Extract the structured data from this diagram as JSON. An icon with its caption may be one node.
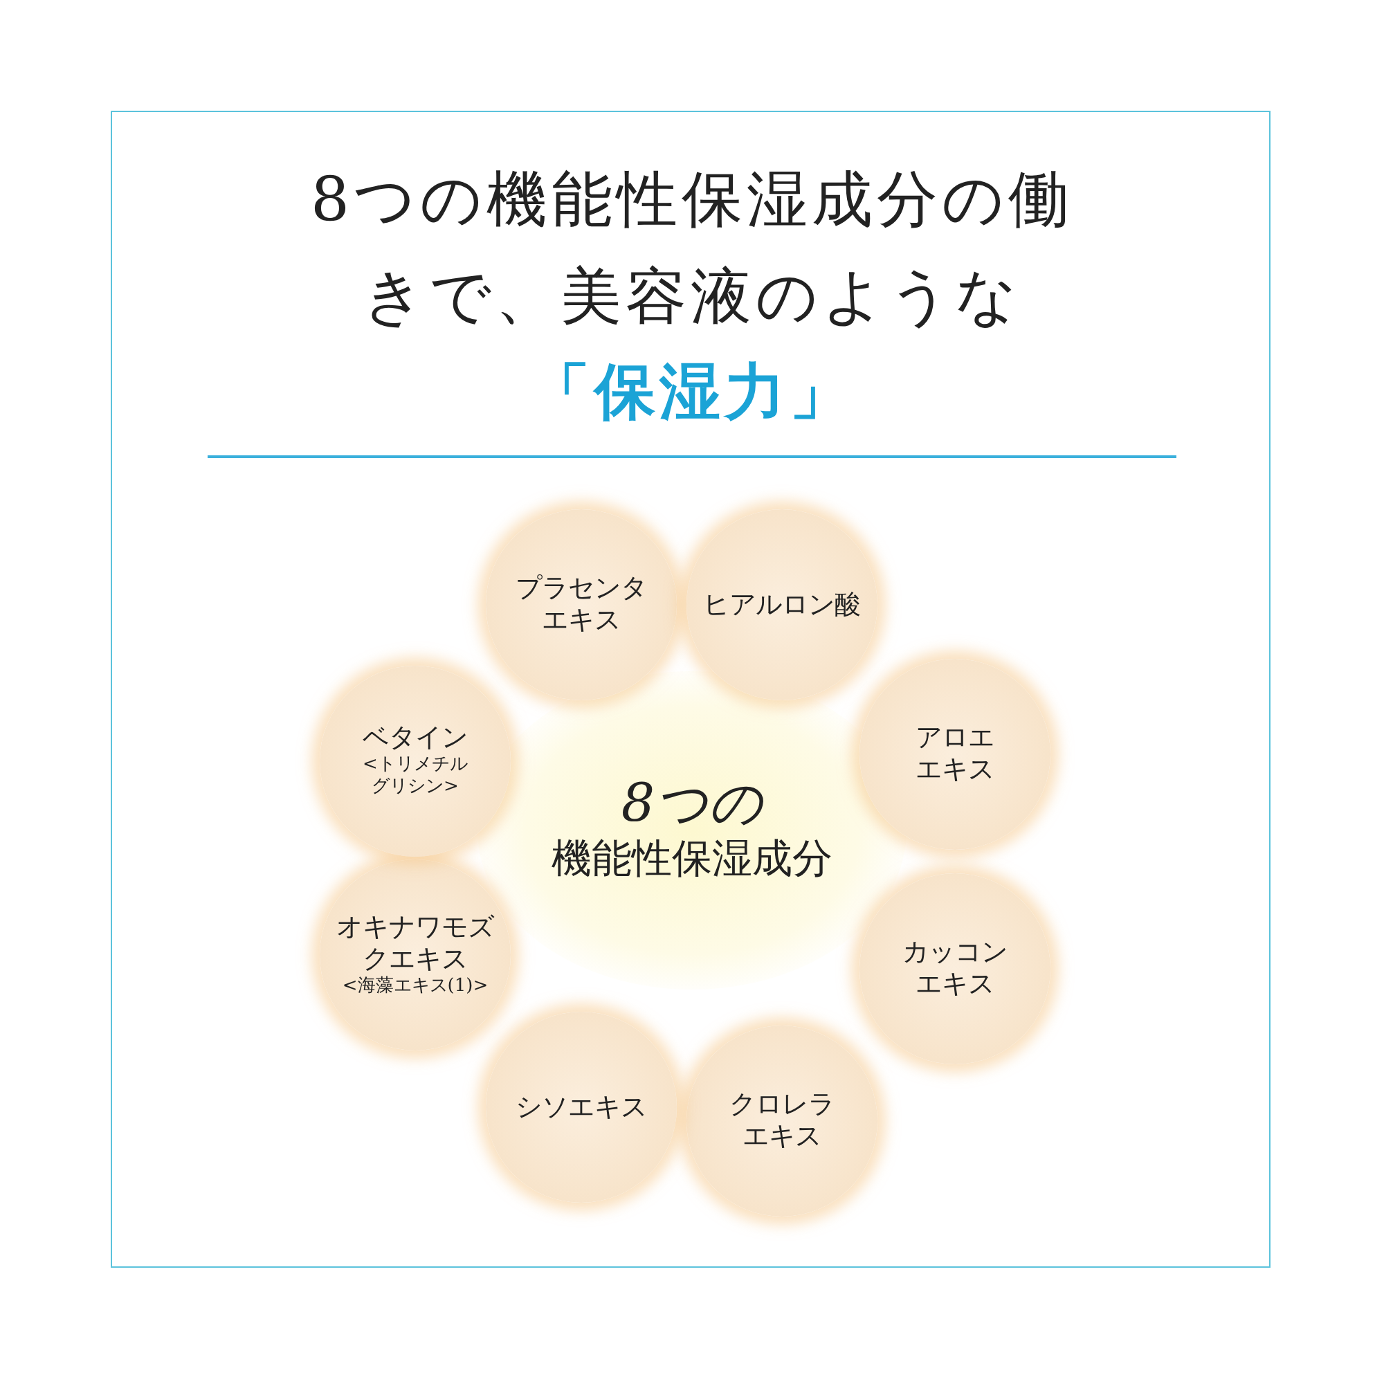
{
  "diagram": {
    "title": "8つの機能性保湿成分の働きで、美容液のような",
    "nodes": [
      {
        "text": [
          "8つの",
          "機能性保湿成分"
        ]
      },
      {
        "text": [
          "プラセンタエキス"
        ]
      },
      {
        "text": [
          "ヒアルロン酸"
        ]
      },
      {
        "text": [
          "アロエエキス"
        ]
      },
      {
        "text": [
          "カッコンエキス"
        ]
      },
      {
        "text": [
          "クロレラエキス"
        ]
      },
      {
        "text": [
          "シソエキス"
        ]
      },
      {
        "text": [
          "オキナワモズクエキス",
          "<海藻エキス(1)>"
        ]
      },
      {
        "text": [
          "ベタイン",
          "<トリメチルグリシン>"
        ]
      }
    ],
    "labels": [
      "「保湿力」"
    ]
  }
}
